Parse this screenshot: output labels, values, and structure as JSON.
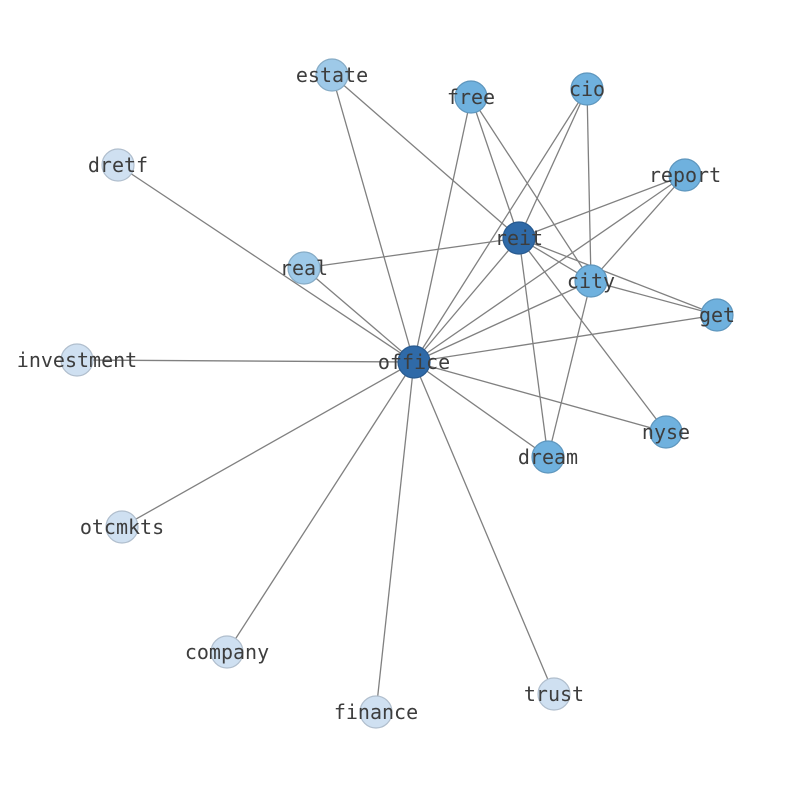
{
  "colors": {
    "edge": "#808080",
    "label": "#3d3d3d",
    "node_dark": "#2f6aa8",
    "node_mid": "#6fb1de",
    "node_light": "#9ec9e8",
    "node_pale": "#cfe0f1"
  },
  "nodes": [
    {
      "id": "office",
      "label": "office",
      "tone": "node_dark"
    },
    {
      "id": "reit",
      "label": "reit",
      "tone": "node_dark"
    },
    {
      "id": "city",
      "label": "city",
      "tone": "node_mid"
    },
    {
      "id": "cio",
      "label": "cio",
      "tone": "node_mid"
    },
    {
      "id": "report",
      "label": "report",
      "tone": "node_mid"
    },
    {
      "id": "get",
      "label": "get",
      "tone": "node_mid"
    },
    {
      "id": "dream",
      "label": "dream",
      "tone": "node_mid"
    },
    {
      "id": "nyse",
      "label": "nyse",
      "tone": "node_mid"
    },
    {
      "id": "free",
      "label": "free",
      "tone": "node_mid"
    },
    {
      "id": "estate",
      "label": "estate",
      "tone": "node_light"
    },
    {
      "id": "real",
      "label": "real",
      "tone": "node_light"
    },
    {
      "id": "dretf",
      "label": "dretf",
      "tone": "node_pale"
    },
    {
      "id": "investment",
      "label": "investment",
      "tone": "node_pale"
    },
    {
      "id": "otcmkts",
      "label": "otcmkts",
      "tone": "node_pale"
    },
    {
      "id": "company",
      "label": "company",
      "tone": "node_pale"
    },
    {
      "id": "finance",
      "label": "finance",
      "tone": "node_pale"
    },
    {
      "id": "trust",
      "label": "trust",
      "tone": "node_pale"
    }
  ],
  "edges": [
    [
      "office",
      "estate"
    ],
    [
      "office",
      "free"
    ],
    [
      "office",
      "cio"
    ],
    [
      "office",
      "report"
    ],
    [
      "office",
      "reit"
    ],
    [
      "office",
      "city"
    ],
    [
      "office",
      "get"
    ],
    [
      "office",
      "nyse"
    ],
    [
      "office",
      "dream"
    ],
    [
      "office",
      "real"
    ],
    [
      "office",
      "dretf"
    ],
    [
      "office",
      "investment"
    ],
    [
      "office",
      "otcmkts"
    ],
    [
      "office",
      "company"
    ],
    [
      "office",
      "finance"
    ],
    [
      "office",
      "trust"
    ],
    [
      "reit",
      "estate"
    ],
    [
      "reit",
      "free"
    ],
    [
      "reit",
      "cio"
    ],
    [
      "reit",
      "report"
    ],
    [
      "reit",
      "real"
    ],
    [
      "reit",
      "get"
    ],
    [
      "reit",
      "nyse"
    ],
    [
      "reit",
      "dream"
    ],
    [
      "reit",
      "city"
    ],
    [
      "city",
      "free"
    ],
    [
      "city",
      "cio"
    ],
    [
      "city",
      "report"
    ],
    [
      "city",
      "get"
    ],
    [
      "city",
      "dream"
    ]
  ]
}
